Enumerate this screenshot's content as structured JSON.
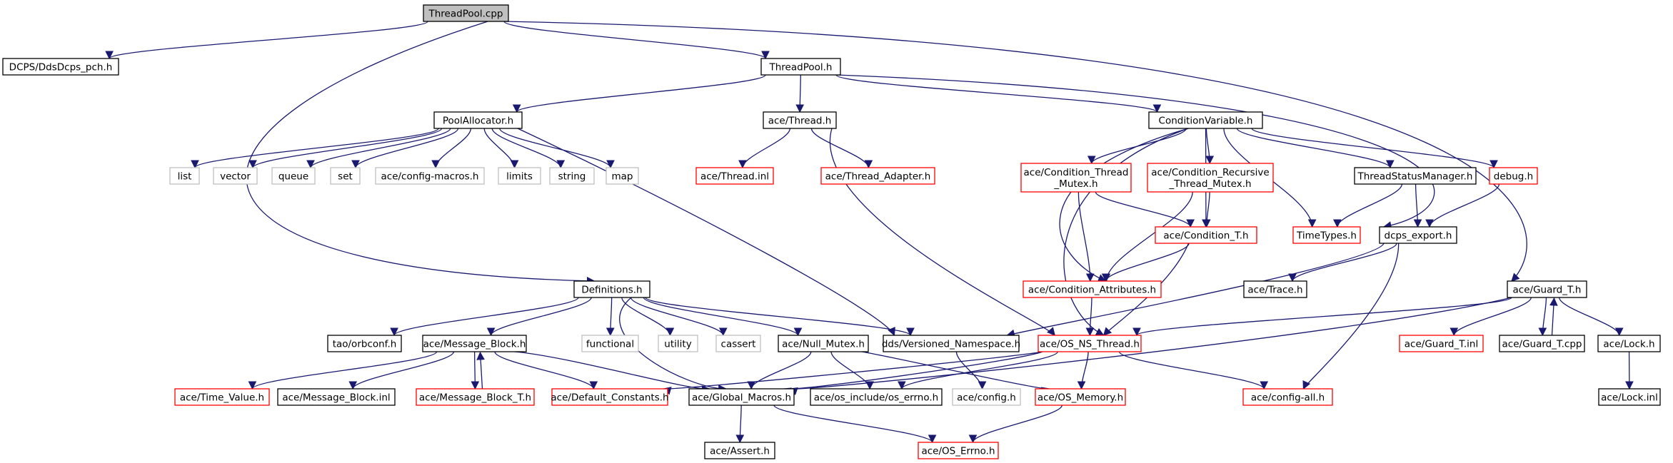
{
  "graph": {
    "colors": {
      "edge": "#191970",
      "focus_fill": "#bfbfbf",
      "normal_border": "#000000",
      "truncated_border": "#ff0000",
      "external_border": "#bfbfbf",
      "background": "#ffffff"
    },
    "nodes": [
      {
        "id": "threadpool_cpp",
        "label": "ThreadPool.cpp",
        "kind": "focus"
      },
      {
        "id": "ddsdcps_pch",
        "label": "DCPS/DdsDcps_pch.h",
        "kind": "normal"
      },
      {
        "id": "threadpool_h",
        "label": "ThreadPool.h",
        "kind": "normal"
      },
      {
        "id": "poolallocator",
        "label": "PoolAllocator.h",
        "kind": "normal"
      },
      {
        "id": "ace_thread_h",
        "label": "ace/Thread.h",
        "kind": "normal"
      },
      {
        "id": "condvar",
        "label": "ConditionVariable.h",
        "kind": "normal"
      },
      {
        "id": "list",
        "label": "list",
        "kind": "external"
      },
      {
        "id": "vector",
        "label": "vector",
        "kind": "external"
      },
      {
        "id": "queue",
        "label": "queue",
        "kind": "external"
      },
      {
        "id": "set",
        "label": "set",
        "kind": "external"
      },
      {
        "id": "config_macros",
        "label": "ace/config-macros.h",
        "kind": "external"
      },
      {
        "id": "limits",
        "label": "limits",
        "kind": "external"
      },
      {
        "id": "string",
        "label": "string",
        "kind": "external"
      },
      {
        "id": "map",
        "label": "map",
        "kind": "external"
      },
      {
        "id": "thread_inl",
        "label": "ace/Thread.inl",
        "kind": "truncated"
      },
      {
        "id": "thread_adapter",
        "label": "ace/Thread_Adapter.h",
        "kind": "truncated"
      },
      {
        "id": "cond_thread_mutex",
        "label": "ace/Condition_Thread\n_Mutex.h",
        "kind": "truncated"
      },
      {
        "id": "cond_recursive",
        "label": "ace/Condition_Recursive\n_Thread_Mutex.h",
        "kind": "truncated"
      },
      {
        "id": "threadstatus",
        "label": "ThreadStatusManager.h",
        "kind": "normal"
      },
      {
        "id": "debug_h",
        "label": "debug.h",
        "kind": "truncated"
      },
      {
        "id": "condition_t",
        "label": "ace/Condition_T.h",
        "kind": "truncated"
      },
      {
        "id": "timetypes",
        "label": "TimeTypes.h",
        "kind": "truncated"
      },
      {
        "id": "dcps_export",
        "label": "dcps_export.h",
        "kind": "normal"
      },
      {
        "id": "cond_attrs",
        "label": "ace/Condition_Attributes.h",
        "kind": "truncated"
      },
      {
        "id": "ace_trace",
        "label": "ace/Trace.h",
        "kind": "normal"
      },
      {
        "id": "definitions",
        "label": "Definitions.h",
        "kind": "normal"
      },
      {
        "id": "guard_t_h",
        "label": "ace/Guard_T.h",
        "kind": "normal"
      },
      {
        "id": "orbconf",
        "label": "tao/orbconf.h",
        "kind": "normal"
      },
      {
        "id": "message_block",
        "label": "ace/Message_Block.h",
        "kind": "normal"
      },
      {
        "id": "functional",
        "label": "functional",
        "kind": "external"
      },
      {
        "id": "utility",
        "label": "utility",
        "kind": "external"
      },
      {
        "id": "cassert",
        "label": "cassert",
        "kind": "external"
      },
      {
        "id": "null_mutex",
        "label": "ace/Null_Mutex.h",
        "kind": "normal"
      },
      {
        "id": "versioned_ns",
        "label": "dds/Versioned_Namespace.h",
        "kind": "normal"
      },
      {
        "id": "os_ns_thread",
        "label": "ace/OS_NS_Thread.h",
        "kind": "truncated"
      },
      {
        "id": "guard_t_inl",
        "label": "ace/Guard_T.inl",
        "kind": "truncated"
      },
      {
        "id": "guard_t_cpp",
        "label": "ace/Guard_T.cpp",
        "kind": "normal"
      },
      {
        "id": "ace_lock_h",
        "label": "ace/Lock.h",
        "kind": "normal"
      },
      {
        "id": "time_value",
        "label": "ace/Time_Value.h",
        "kind": "truncated"
      },
      {
        "id": "message_block_inl",
        "label": "ace/Message_Block.inl",
        "kind": "normal"
      },
      {
        "id": "message_block_t",
        "label": "ace/Message_Block_T.h",
        "kind": "truncated"
      },
      {
        "id": "default_constants",
        "label": "ace/Default_Constants.h",
        "kind": "truncated"
      },
      {
        "id": "global_macros",
        "label": "ace/Global_Macros.h",
        "kind": "normal"
      },
      {
        "id": "os_errno_inc",
        "label": "ace/os_include/os_errno.h",
        "kind": "normal"
      },
      {
        "id": "config_h",
        "label": "ace/config.h",
        "kind": "external"
      },
      {
        "id": "os_memory",
        "label": "ace/OS_Memory.h",
        "kind": "truncated"
      },
      {
        "id": "config_all",
        "label": "ace/config-all.h",
        "kind": "truncated"
      },
      {
        "id": "lock_inl",
        "label": "ace/Lock.inl",
        "kind": "normal"
      },
      {
        "id": "assert_h",
        "label": "ace/Assert.h",
        "kind": "normal"
      },
      {
        "id": "os_errno",
        "label": "ace/OS_Errno.h",
        "kind": "truncated"
      }
    ],
    "edges": [
      [
        "threadpool_cpp",
        "ddsdcps_pch"
      ],
      [
        "threadpool_cpp",
        "threadpool_h"
      ],
      [
        "threadpool_cpp",
        "definitions"
      ],
      [
        "threadpool_cpp",
        "guard_t_h"
      ],
      [
        "threadpool_h",
        "poolallocator"
      ],
      [
        "threadpool_h",
        "ace_thread_h"
      ],
      [
        "threadpool_h",
        "condvar"
      ],
      [
        "threadpool_h",
        "dcps_export"
      ],
      [
        "poolallocator",
        "list"
      ],
      [
        "poolallocator",
        "vector"
      ],
      [
        "poolallocator",
        "queue"
      ],
      [
        "poolallocator",
        "set"
      ],
      [
        "poolallocator",
        "config_macros"
      ],
      [
        "poolallocator",
        "limits"
      ],
      [
        "poolallocator",
        "string"
      ],
      [
        "poolallocator",
        "map"
      ],
      [
        "poolallocator",
        "versioned_ns"
      ],
      [
        "ace_thread_h",
        "thread_inl"
      ],
      [
        "ace_thread_h",
        "thread_adapter"
      ],
      [
        "ace_thread_h",
        "os_ns_thread"
      ],
      [
        "condvar",
        "cond_thread_mutex"
      ],
      [
        "condvar",
        "cond_recursive"
      ],
      [
        "condvar",
        "condition_t"
      ],
      [
        "condvar",
        "cond_attrs"
      ],
      [
        "condvar",
        "os_ns_thread"
      ],
      [
        "condvar",
        "timetypes"
      ],
      [
        "condvar",
        "threadstatus"
      ],
      [
        "condvar",
        "debug_h"
      ],
      [
        "cond_thread_mutex",
        "condition_t"
      ],
      [
        "cond_thread_mutex",
        "cond_attrs"
      ],
      [
        "cond_recursive",
        "condition_t"
      ],
      [
        "cond_recursive",
        "cond_attrs"
      ],
      [
        "condition_t",
        "cond_attrs"
      ],
      [
        "condition_t",
        "os_ns_thread"
      ],
      [
        "cond_attrs",
        "os_ns_thread"
      ],
      [
        "threadstatus",
        "timetypes"
      ],
      [
        "threadstatus",
        "dcps_export"
      ],
      [
        "debug_h",
        "dcps_export"
      ],
      [
        "dcps_export",
        "ace_trace"
      ],
      [
        "dcps_export",
        "versioned_ns"
      ],
      [
        "dcps_export",
        "config_all"
      ],
      [
        "definitions",
        "orbconf"
      ],
      [
        "definitions",
        "message_block"
      ],
      [
        "definitions",
        "global_macros"
      ],
      [
        "definitions",
        "functional"
      ],
      [
        "definitions",
        "utility"
      ],
      [
        "definitions",
        "cassert"
      ],
      [
        "definitions",
        "null_mutex"
      ],
      [
        "definitions",
        "versioned_ns"
      ],
      [
        "guard_t_h",
        "os_ns_thread"
      ],
      [
        "guard_t_h",
        "global_macros"
      ],
      [
        "guard_t_h",
        "guard_t_inl"
      ],
      [
        "guard_t_h",
        "guard_t_cpp"
      ],
      [
        "guard_t_h",
        "ace_lock_h"
      ],
      [
        "guard_t_cpp",
        "guard_t_h"
      ],
      [
        "ace_lock_h",
        "lock_inl"
      ],
      [
        "message_block",
        "time_value"
      ],
      [
        "message_block",
        "message_block_inl"
      ],
      [
        "message_block",
        "message_block_t"
      ],
      [
        "message_block",
        "default_constants"
      ],
      [
        "message_block",
        "global_macros"
      ],
      [
        "message_block_t",
        "message_block"
      ],
      [
        "null_mutex",
        "global_macros"
      ],
      [
        "null_mutex",
        "os_errno_inc"
      ],
      [
        "null_mutex",
        "os_memory"
      ],
      [
        "versioned_ns",
        "config_h"
      ],
      [
        "os_ns_thread",
        "default_constants"
      ],
      [
        "os_ns_thread",
        "global_macros"
      ],
      [
        "os_ns_thread",
        "os_errno_inc"
      ],
      [
        "os_ns_thread",
        "os_memory"
      ],
      [
        "os_ns_thread",
        "config_all"
      ],
      [
        "global_macros",
        "assert_h"
      ],
      [
        "global_macros",
        "os_errno"
      ],
      [
        "os_memory",
        "os_errno"
      ]
    ]
  }
}
